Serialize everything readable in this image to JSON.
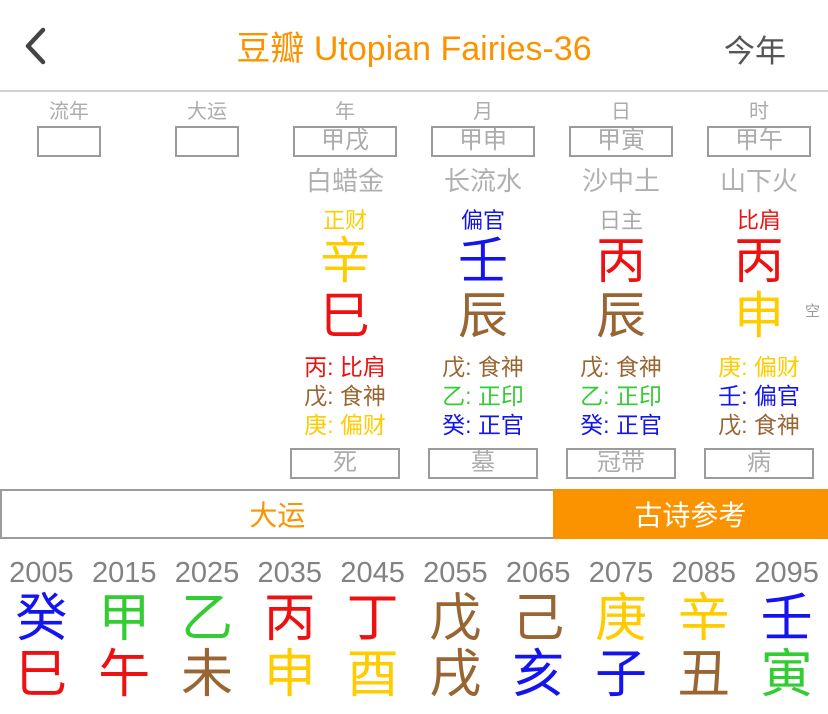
{
  "palette": {
    "orange": "#FB9300",
    "fire": "#EE1111",
    "water": "#1414EE",
    "wood": "#33CC33",
    "earth": "#996633",
    "metal": "#FFCC00",
    "gray": "#AAAAAA"
  },
  "header": {
    "title": "豆瓣 Utopian Fairies-36",
    "right_button": "今年",
    "back_icon": "chevron-left"
  },
  "pillars": [
    {
      "label": "流年",
      "box": ""
    },
    {
      "label": "大运",
      "box": ""
    },
    {
      "label": "年",
      "box": "甲戌",
      "nayin": "白蜡金",
      "god": {
        "t": "正财",
        "c": "metal"
      },
      "stem": {
        "t": "辛",
        "c": "metal"
      },
      "branch": {
        "t": "巳",
        "c": "fire"
      },
      "hidden": [
        {
          "t": "丙: 比肩",
          "c": "fire"
        },
        {
          "t": "戊: 食神",
          "c": "earth"
        },
        {
          "t": "庚: 偏财",
          "c": "metal"
        }
      ],
      "stage": "死"
    },
    {
      "label": "月",
      "box": "甲申",
      "nayin": "长流水",
      "god": {
        "t": "偏官",
        "c": "water"
      },
      "stem": {
        "t": "壬",
        "c": "water"
      },
      "branch": {
        "t": "辰",
        "c": "earth"
      },
      "hidden": [
        {
          "t": "戊: 食神",
          "c": "earth"
        },
        {
          "t": "乙: 正印",
          "c": "wood"
        },
        {
          "t": "癸: 正官",
          "c": "water"
        }
      ],
      "stage": "墓"
    },
    {
      "label": "日",
      "box": "甲寅",
      "nayin": "沙中土",
      "god": {
        "t": "日主",
        "c": "gray"
      },
      "stem": {
        "t": "丙",
        "c": "fire"
      },
      "branch": {
        "t": "辰",
        "c": "earth"
      },
      "hidden": [
        {
          "t": "戊: 食神",
          "c": "earth"
        },
        {
          "t": "乙: 正印",
          "c": "wood"
        },
        {
          "t": "癸: 正官",
          "c": "water"
        }
      ],
      "stage": "冠带"
    },
    {
      "label": "时",
      "box": "甲午",
      "nayin": "山下火",
      "god": {
        "t": "比肩",
        "c": "fire"
      },
      "stem": {
        "t": "丙",
        "c": "fire"
      },
      "branch": {
        "t": "申",
        "c": "metal"
      },
      "void_marker": "空",
      "hidden": [
        {
          "t": "庚: 偏财",
          "c": "metal"
        },
        {
          "t": "壬: 偏官",
          "c": "water"
        },
        {
          "t": "戊: 食神",
          "c": "earth"
        }
      ],
      "stage": "病"
    }
  ],
  "tabs": [
    {
      "label": "大运",
      "active": false
    },
    {
      "label": "古诗参考",
      "active": true
    }
  ],
  "decades": [
    {
      "year": "2005",
      "stem": {
        "t": "癸",
        "c": "water"
      },
      "branch": {
        "t": "巳",
        "c": "fire"
      }
    },
    {
      "year": "2015",
      "stem": {
        "t": "甲",
        "c": "wood"
      },
      "branch": {
        "t": "午",
        "c": "fire"
      }
    },
    {
      "year": "2025",
      "stem": {
        "t": "乙",
        "c": "wood"
      },
      "branch": {
        "t": "未",
        "c": "earth"
      }
    },
    {
      "year": "2035",
      "stem": {
        "t": "丙",
        "c": "fire"
      },
      "branch": {
        "t": "申",
        "c": "metal"
      }
    },
    {
      "year": "2045",
      "stem": {
        "t": "丁",
        "c": "fire"
      },
      "branch": {
        "t": "酉",
        "c": "metal"
      }
    },
    {
      "year": "2055",
      "stem": {
        "t": "戊",
        "c": "earth"
      },
      "branch": {
        "t": "戌",
        "c": "earth"
      }
    },
    {
      "year": "2065",
      "stem": {
        "t": "己",
        "c": "earth"
      },
      "branch": {
        "t": "亥",
        "c": "water"
      }
    },
    {
      "year": "2075",
      "stem": {
        "t": "庚",
        "c": "metal"
      },
      "branch": {
        "t": "子",
        "c": "water"
      }
    },
    {
      "year": "2085",
      "stem": {
        "t": "辛",
        "c": "metal"
      },
      "branch": {
        "t": "丑",
        "c": "earth"
      }
    },
    {
      "year": "2095",
      "stem": {
        "t": "壬",
        "c": "water"
      },
      "branch": {
        "t": "寅",
        "c": "wood"
      }
    }
  ]
}
